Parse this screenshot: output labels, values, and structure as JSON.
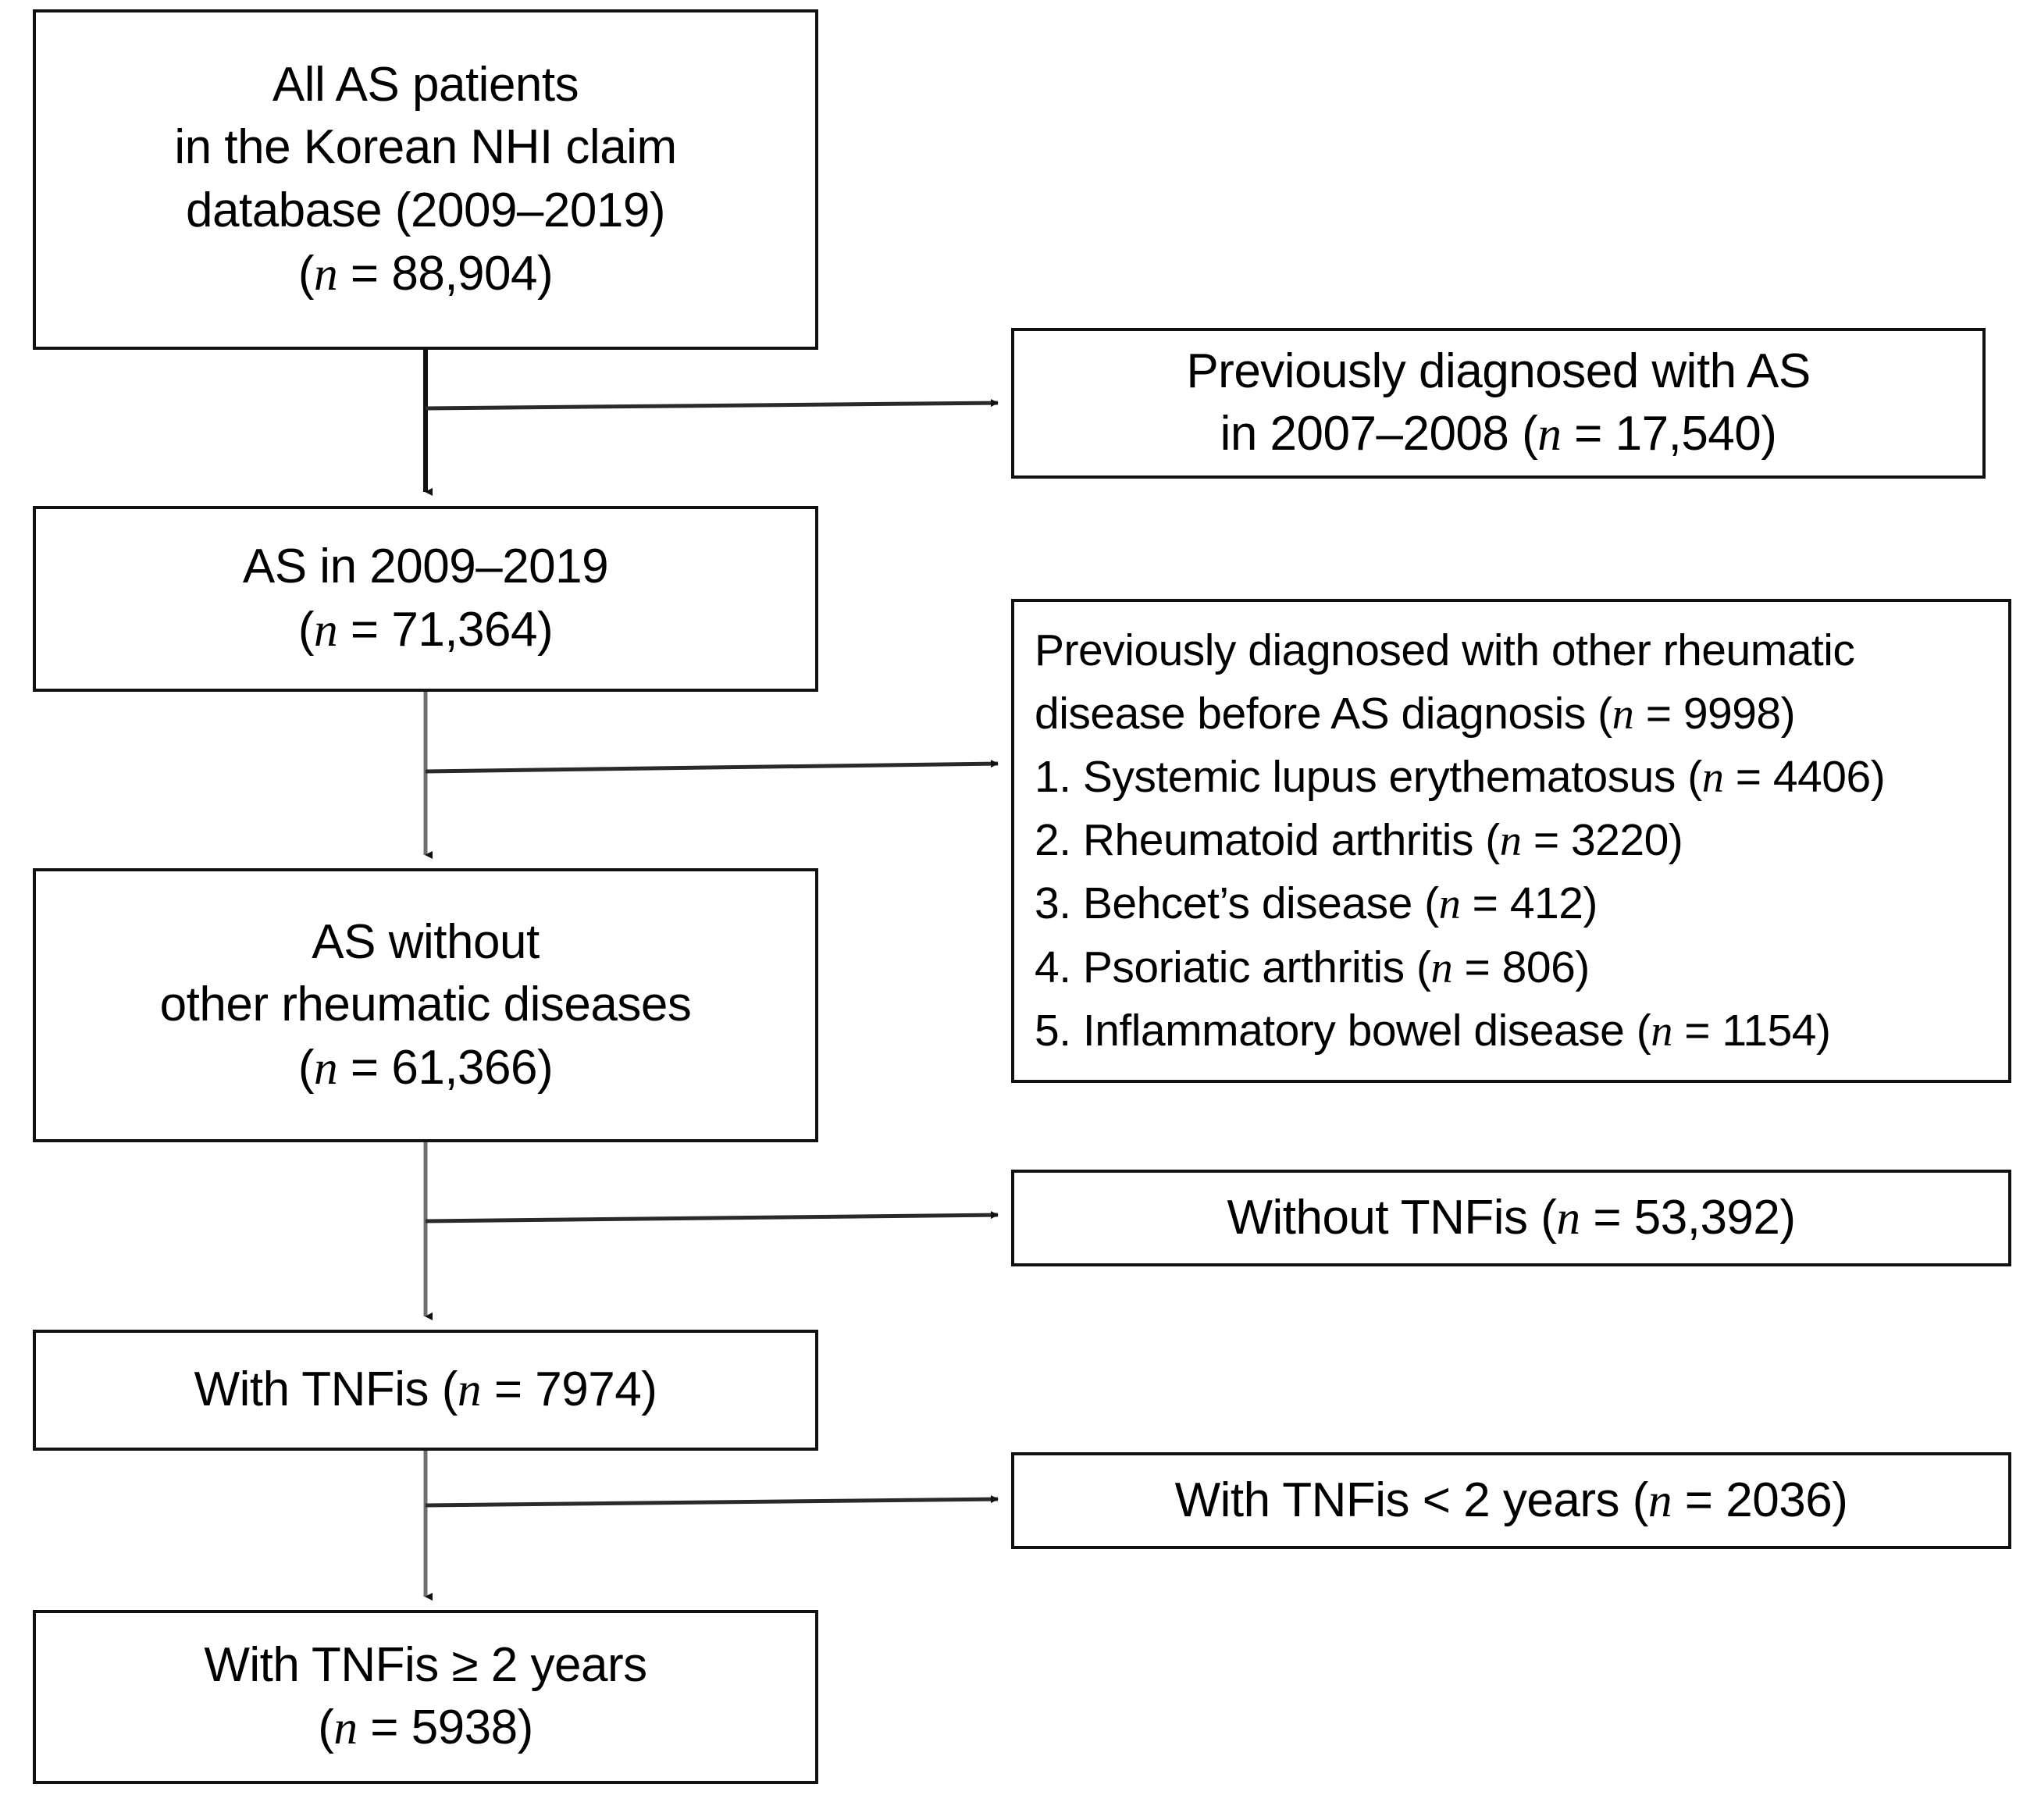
{
  "figure": {
    "type": "flowchart",
    "title": "Study population selection flow",
    "orientation": "vertical-with-right-exclusions"
  },
  "nodes": {
    "n1_all_as": {
      "id": "all-as-patients",
      "lines": [
        "All AS patients",
        "in the Korean NHI claim",
        "database (2009–2019)",
        "(n = 88,904)"
      ],
      "n_label": "n",
      "count": 88904,
      "count_text": "88,904"
    },
    "n2_as_0919": {
      "id": "as-2009-2019",
      "lines": [
        "AS in 2009–2019",
        "(n = 71,364)"
      ],
      "n_label": "n",
      "count": 71364,
      "count_text": "71,364"
    },
    "n3_as_no_other": {
      "id": "as-without-other-rheumatic-diseases",
      "lines": [
        "AS without",
        "other rheumatic diseases",
        "(n = 61,366)"
      ],
      "n_label": "n",
      "count": 61366,
      "count_text": "61,366"
    },
    "n4_with_tnfis": {
      "id": "with-tnfis",
      "lines": [
        "With TNFis (n = 7974)"
      ],
      "n_label": "n",
      "count": 7974,
      "count_text": "7974"
    },
    "n5_with_tnfis_2y": {
      "id": "with-tnfis-ge-2-years",
      "lines": [
        "With TNFis ≥ 2 years",
        "(n = 5938)"
      ],
      "n_label": "n",
      "count": 5938,
      "count_text": "5938"
    }
  },
  "exclusions": {
    "e1_prev_as": {
      "id": "previously-diagnosed-with-as",
      "lines": [
        "Previously diagnosed with AS",
        "in 2007–2008 (n = 17,540)"
      ],
      "n_label": "n",
      "count": 17540,
      "count_text": "17,540"
    },
    "e2_other_rheumatic": {
      "id": "previously-diagnosed-other-rheumatic-disease",
      "header_lines": [
        "Previously diagnosed with other rheumatic",
        "disease before AS diagnosis (n = 9998)"
      ],
      "n_label": "n",
      "count": 9998,
      "count_text": "9998",
      "items": [
        {
          "index": "1.",
          "label": "Systemic lupus erythematosus",
          "count": 4406,
          "count_text": "4406",
          "text": "1. Systemic lupus erythematosus (n = 4406)"
        },
        {
          "index": "2.",
          "label": "Rheumatoid arthritis",
          "count": 3220,
          "count_text": "3220",
          "text": "2. Rheumatoid arthritis (n = 3220)"
        },
        {
          "index": "3.",
          "label": "Behcet’s disease",
          "count": 412,
          "count_text": "412",
          "text": "3. Behcet’s disease (n = 412)"
        },
        {
          "index": "4.",
          "label": "Psoriatic arthritis",
          "count": 806,
          "count_text": "806",
          "text": "4. Psoriatic arthritis (n = 806)"
        },
        {
          "index": "5.",
          "label": "Inflammatory bowel disease",
          "count": 1154,
          "count_text": "1154",
          "text": "5. Inflammatory bowel disease (n = 1154)"
        }
      ]
    },
    "e3_without_tnfis": {
      "id": "without-tnfis",
      "lines": [
        "Without TNFis (n = 53,392)"
      ],
      "n_label": "n",
      "count": 53392,
      "count_text": "53,392"
    },
    "e4_tnfis_lt_2y": {
      "id": "with-tnfis-lt-2-years",
      "lines": [
        "With TNFis < 2 years (n = 2036)"
      ],
      "n_label": "n",
      "count": 2036,
      "count_text": "2036"
    }
  },
  "colors": {
    "box_border": "#111111",
    "background": "#ffffff",
    "text": "#000000",
    "connector_vertical": "#6f6f6f",
    "connector_horizontal": "#2a2a2a"
  }
}
